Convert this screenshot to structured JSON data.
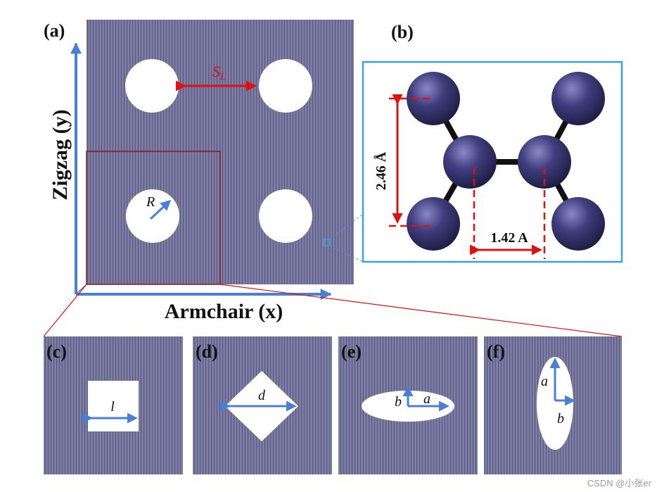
{
  "panels": {
    "a": {
      "label": "(a)",
      "y_axis": "Zigzag (y)",
      "x_axis": "Armchair (x)",
      "spacing_label_main": "S",
      "spacing_label_sub": "L",
      "radius_label": "R"
    },
    "b": {
      "label": "(b)",
      "vertical_dim": "2.46 Å",
      "horizontal_dim": "1.42 A"
    },
    "c": {
      "label": "(c)",
      "dim": "l"
    },
    "d": {
      "label": "(d)",
      "dim": "d"
    },
    "e": {
      "label": "(e)",
      "dim_major": "a",
      "dim_minor": "b"
    },
    "f": {
      "label": "(f)",
      "dim_major": "a",
      "dim_minor": "b"
    }
  },
  "watermark": "CSDN @小张er",
  "colors": {
    "sheet": "#6f6f96",
    "atom": "#3b3a72",
    "arrow_blue": "#4a7fd6",
    "dim_red": "#e01010",
    "zoom_blue": "#3aa0e8",
    "cell_red": "#8b1a1a"
  }
}
